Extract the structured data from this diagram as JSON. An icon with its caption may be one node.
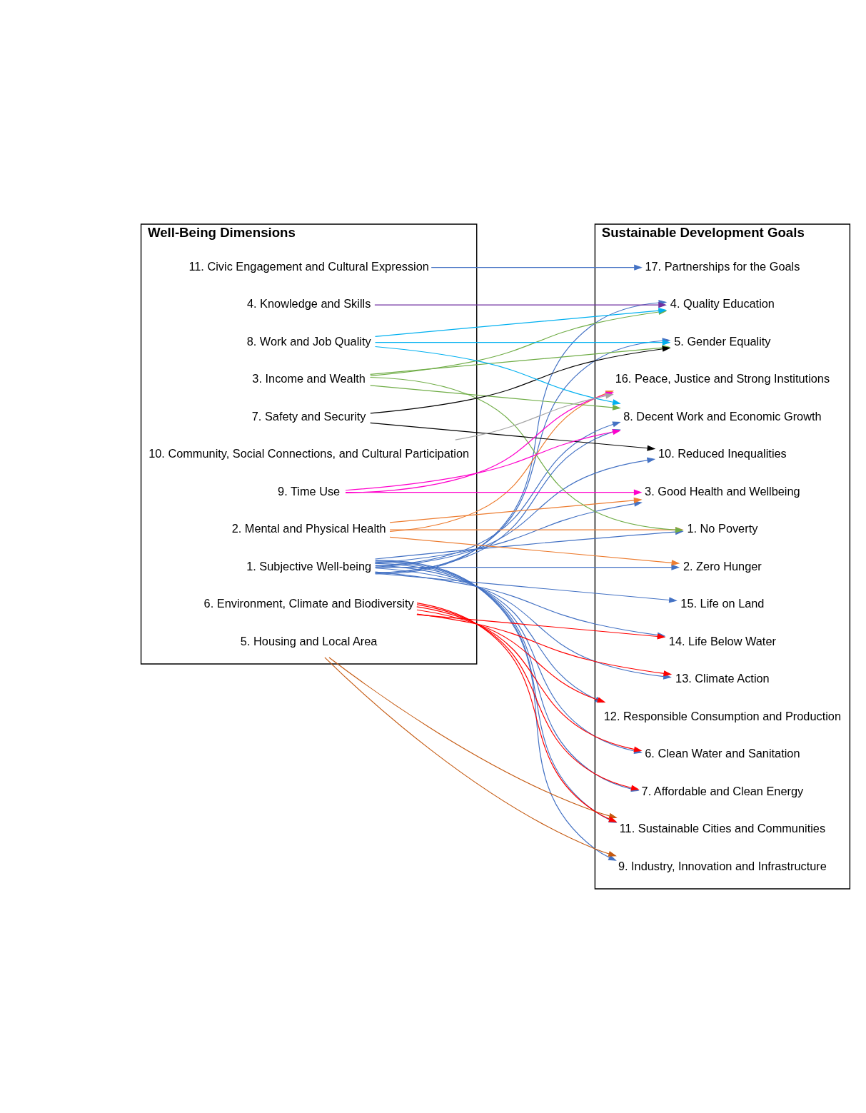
{
  "diagram": {
    "nodes": [
      {
        "text": [
          "Well-Being Dimensions"
        ]
      },
      {
        "text": [
          "1. Subjective Well-being"
        ],
        "in": 0
      },
      {
        "text": [
          "2. Mental and Physical Health"
        ],
        "in": 0
      },
      {
        "text": [
          "3. Income and Wealth"
        ],
        "in": 0
      },
      {
        "text": [
          "4. Knowledge and Skills"
        ],
        "in": 0
      },
      {
        "text": [
          "5. Housing and Local Area"
        ],
        "in": 0
      },
      {
        "text": [
          "6. Environment, Climate and Biodiversity"
        ],
        "in": 0
      },
      {
        "text": [
          "7. Safety and Security"
        ],
        "in": 0
      },
      {
        "text": [
          "8. Work and Job Quality"
        ],
        "in": 0
      },
      {
        "text": [
          "9. Time Use"
        ],
        "in": 0
      },
      {
        "text": [
          "10. Community, Social Connections, and Cultural Participation"
        ],
        "in": 0
      },
      {
        "text": [
          "11. Civic Engagement and Cultural Expression"
        ],
        "in": 0
      },
      {
        "text": [
          "Sustainable Development Goals"
        ]
      },
      {
        "text": [
          "1. No Poverty"
        ],
        "in": 12
      },
      {
        "text": [
          "2. Zero Hunger"
        ],
        "in": 12
      },
      {
        "text": [
          "3. Good Health and Wellbeing"
        ],
        "in": 12
      },
      {
        "text": [
          "4. Quality Education"
        ],
        "in": 12
      },
      {
        "text": [
          "5. Gender Equality"
        ],
        "in": 12
      },
      {
        "text": [
          "6. Clean Water and Sanitation"
        ],
        "in": 12
      },
      {
        "text": [
          "7. Affordable and Clean Energy"
        ],
        "in": 12
      },
      {
        "text": [
          "8. Decent Work and Economic Growth"
        ],
        "in": 12
      },
      {
        "text": [
          "9. Industry, Innovation and Infrastructure"
        ],
        "in": 12
      },
      {
        "text": [
          "10. Reduced Inequalities"
        ],
        "in": 12
      },
      {
        "text": [
          "11. Sustainable Cities and Communities"
        ],
        "in": 12
      },
      {
        "text": [
          "12. Responsible Consumption and Production"
        ],
        "in": 12
      },
      {
        "text": [
          "13. Climate Action"
        ],
        "in": 12
      },
      {
        "text": [
          "14. Life Below Water"
        ],
        "in": 12
      },
      {
        "text": [
          "15. Life on Land"
        ],
        "in": 12
      },
      {
        "text": [
          "16. Peace, Justice and Strong Institutions"
        ],
        "in": 12
      },
      {
        "text": [
          "17. Partnerships for the Goals"
        ],
        "in": 12
      }
    ],
    "edges": [
      {
        "from": 1,
        "to": 13,
        "arrow": "to"
      },
      {
        "from": 1,
        "to": 14,
        "arrow": "to"
      },
      {
        "from": 1,
        "to": 15,
        "arrow": "to"
      },
      {
        "from": 1,
        "to": 16,
        "arrow": "to"
      },
      {
        "from": 1,
        "to": 17,
        "arrow": "to"
      },
      {
        "from": 1,
        "to": 18,
        "arrow": "to"
      },
      {
        "from": 1,
        "to": 19,
        "arrow": "to"
      },
      {
        "from": 1,
        "to": 20,
        "arrow": "to"
      },
      {
        "from": 1,
        "to": 20,
        "arrow": "to"
      },
      {
        "from": 1,
        "to": 21,
        "arrow": "to"
      },
      {
        "from": 1,
        "to": 22,
        "arrow": "to"
      },
      {
        "from": 1,
        "to": 23,
        "arrow": "to"
      },
      {
        "from": 1,
        "to": 24,
        "arrow": "to"
      },
      {
        "from": 1,
        "to": 25,
        "arrow": "to"
      },
      {
        "from": 1,
        "to": 26,
        "arrow": "to"
      },
      {
        "from": 1,
        "to": 27,
        "arrow": "to"
      },
      {
        "from": 2,
        "to": 13,
        "arrow": "to",
        "color": "#ed7d31"
      },
      {
        "from": 2,
        "to": 14,
        "arrow": "to",
        "color": "#ed7d31"
      },
      {
        "from": 2,
        "to": 15,
        "arrow": "to",
        "color": "#ed7d31"
      },
      {
        "from": 2,
        "to": 28,
        "arrow": "to",
        "color": "#ed7d31"
      },
      {
        "from": 3,
        "to": 13,
        "arrow": "to",
        "color": "#70ad47"
      },
      {
        "from": 3,
        "to": 16,
        "arrow": "to",
        "color": "#70ad47"
      },
      {
        "from": 3,
        "to": 17,
        "arrow": "to",
        "color": "#70ad47"
      },
      {
        "from": 3,
        "to": 20,
        "arrow": "to",
        "color": "#70ad47"
      },
      {
        "from": 4,
        "to": 16,
        "arrow": "to",
        "color": "#7030a0"
      },
      {
        "from": 5,
        "to": 21,
        "arrow": "to",
        "color": "#c55a11"
      },
      {
        "from": 5,
        "to": 23,
        "arrow": "to",
        "color": "#c55a11"
      },
      {
        "from": 6,
        "to": 18,
        "arrow": "to",
        "color": "#ff0000"
      },
      {
        "from": 6,
        "to": 19,
        "arrow": "to",
        "color": "#ff0000"
      },
      {
        "from": 6,
        "to": 23,
        "arrow": "to",
        "color": "#ff0000"
      },
      {
        "from": 6,
        "to": 24,
        "arrow": "to",
        "color": "#ff0000"
      },
      {
        "from": 6,
        "to": 25,
        "arrow": "to",
        "color": "#ff0000"
      },
      {
        "from": 6,
        "to": 26,
        "arrow": "to",
        "color": "#ff0000"
      },
      {
        "from": 7,
        "to": 17,
        "arrow": "to",
        "color": "#000000"
      },
      {
        "from": 7,
        "to": 22,
        "arrow": "to",
        "color": "#000000"
      },
      {
        "from": 8,
        "to": 16,
        "arrow": "to",
        "color": "#00b0f0"
      },
      {
        "from": 8,
        "to": 17,
        "arrow": "to",
        "color": "#00b0f0"
      },
      {
        "from": 8,
        "to": 20,
        "arrow": "to",
        "color": "#00b0f0"
      },
      {
        "from": 9,
        "to": 15,
        "arrow": "to",
        "color": "#ff00cc"
      },
      {
        "from": 9,
        "to": 20,
        "arrow": "to",
        "color": "#ff00cc"
      },
      {
        "from": 9,
        "to": 28,
        "arrow": "to",
        "color": "#ff00cc"
      },
      {
        "from": 10,
        "to": 28,
        "arrow": "to",
        "color": "#a5a5a5"
      },
      {
        "from": 11,
        "to": 29,
        "arrow": "to"
      }
    ]
  }
}
